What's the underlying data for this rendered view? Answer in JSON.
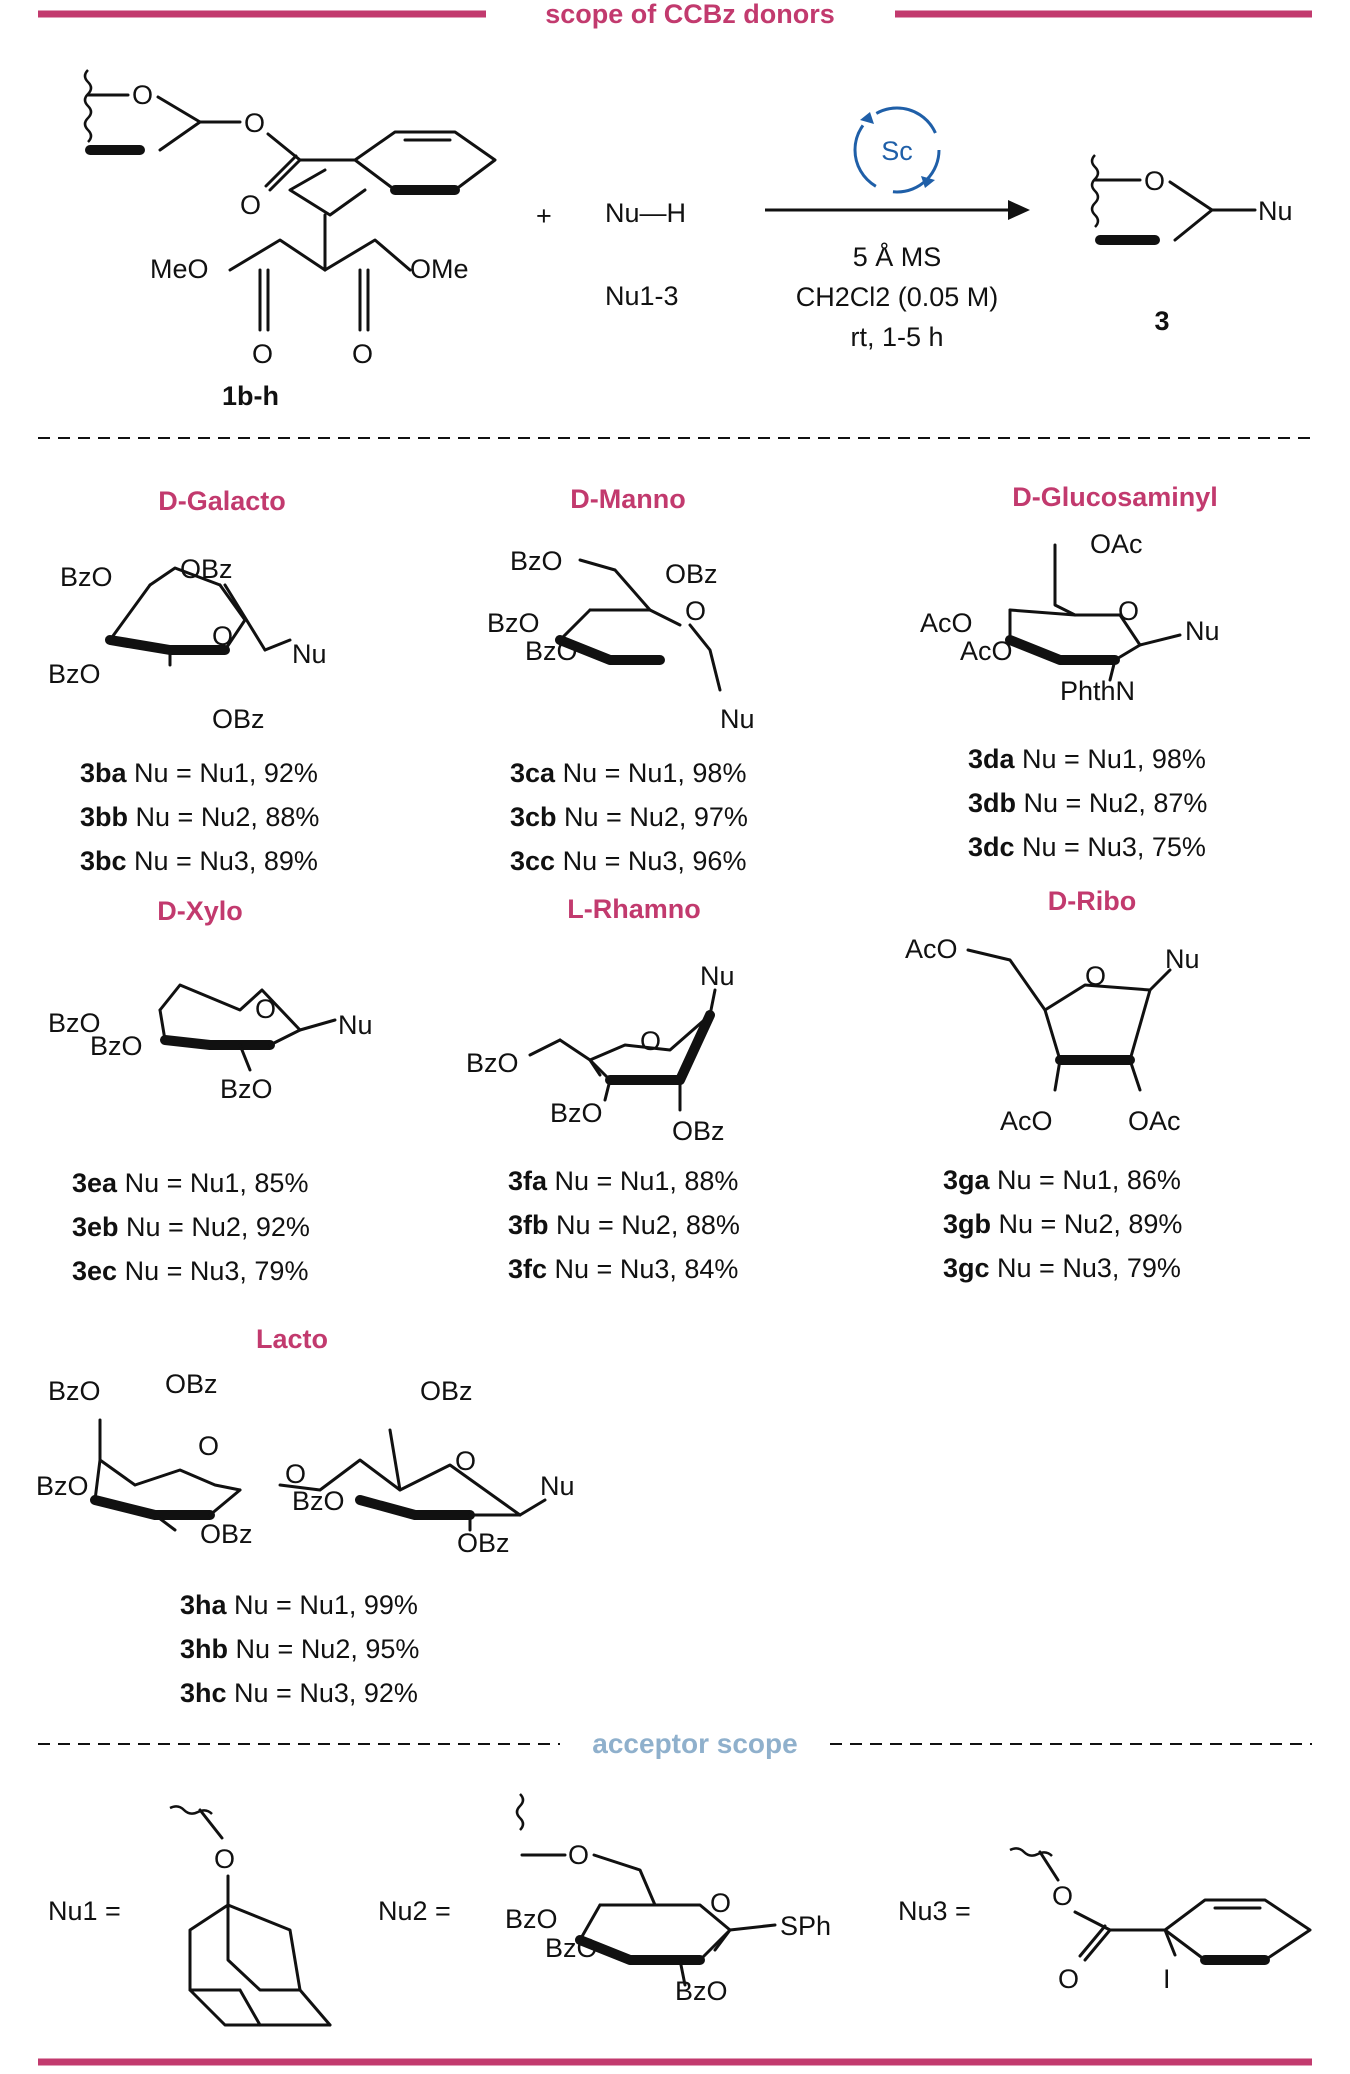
{
  "header": {
    "title": "scope of CCBz donors"
  },
  "scheme": {
    "donor_label": "1b-h",
    "plus": "+",
    "nu_h": "Nu—H",
    "nu_range": "Nu1-3",
    "catalyst": "Sc",
    "cond_ms": "5 Å MS",
    "cond_solvent": "CH2Cl2 (0.05 M)",
    "cond_time": "rt, 1-5 h",
    "product_label": "3",
    "meo": "MeO",
    "ome": "OMe",
    "o": "O",
    "nu": "Nu"
  },
  "donors": [
    {
      "name": "D-Galacto",
      "entries": [
        {
          "id": "3ba",
          "nu": "Nu1",
          "yield": "92%"
        },
        {
          "id": "3bb",
          "nu": "Nu2",
          "yield": "88%"
        },
        {
          "id": "3bc",
          "nu": "Nu3",
          "yield": "89%"
        }
      ]
    },
    {
      "name": "D-Manno",
      "entries": [
        {
          "id": "3ca",
          "nu": "Nu1",
          "yield": "98%"
        },
        {
          "id": "3cb",
          "nu": "Nu2",
          "yield": "97%"
        },
        {
          "id": "3cc",
          "nu": "Nu3",
          "yield": "96%"
        }
      ]
    },
    {
      "name": "D-Glucosaminyl",
      "entries": [
        {
          "id": "3da",
          "nu": "Nu1",
          "yield": "98%"
        },
        {
          "id": "3db",
          "nu": "Nu2",
          "yield": "87%"
        },
        {
          "id": "3dc",
          "nu": "Nu3",
          "yield": "75%"
        }
      ]
    },
    {
      "name": "D-Xylo",
      "entries": [
        {
          "id": "3ea",
          "nu": "Nu1",
          "yield": "85%"
        },
        {
          "id": "3eb",
          "nu": "Nu2",
          "yield": "92%"
        },
        {
          "id": "3ec",
          "nu": "Nu3",
          "yield": "79%"
        }
      ]
    },
    {
      "name": "L-Rhamno",
      "entries": [
        {
          "id": "3fa",
          "nu": "Nu1",
          "yield": "88%"
        },
        {
          "id": "3fb",
          "nu": "Nu2",
          "yield": "88%"
        },
        {
          "id": "3fc",
          "nu": "Nu3",
          "yield": "84%"
        }
      ]
    },
    {
      "name": "D-Ribo",
      "entries": [
        {
          "id": "3ga",
          "nu": "Nu1",
          "yield": "86%"
        },
        {
          "id": "3gb",
          "nu": "Nu2",
          "yield": "89%"
        },
        {
          "id": "3gc",
          "nu": "Nu3",
          "yield": "79%"
        }
      ]
    },
    {
      "name": "Lacto",
      "entries": [
        {
          "id": "3ha",
          "nu": "Nu1",
          "yield": "99%"
        },
        {
          "id": "3hb",
          "nu": "Nu2",
          "yield": "95%"
        },
        {
          "id": "3hc",
          "nu": "Nu3",
          "yield": "92%"
        }
      ]
    }
  ],
  "acceptor": {
    "title": "acceptor scope",
    "nu1": "Nu1 =",
    "nu2": "Nu2 =",
    "nu3": "Nu3 =",
    "sph": "SPh",
    "iodo": "I"
  },
  "substituents": {
    "bzo": "BzO",
    "obz": "OBz",
    "aco": "AcO",
    "oac": "OAc",
    "phthn": "PhthN"
  },
  "colors": {
    "accent": "#c23a6e",
    "acceptor_title": "#8fb0cc",
    "arrow_blue": "#1f5fa8"
  }
}
